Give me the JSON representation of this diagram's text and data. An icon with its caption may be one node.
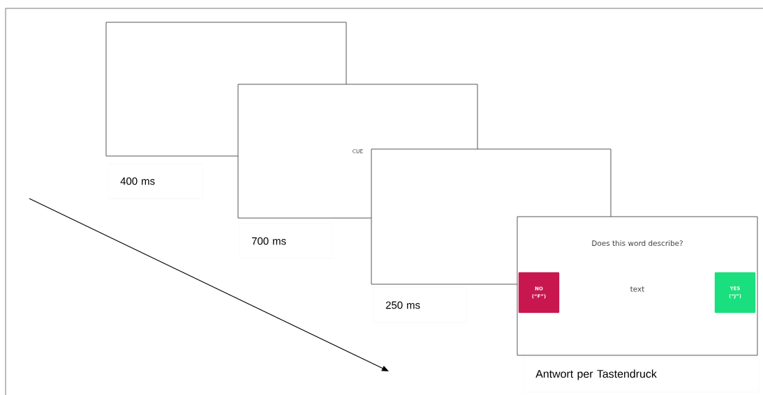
{
  "diagram": {
    "nodes": [
      {
        "text": [],
        "shape": "box",
        "beside": [
          "400 ms"
        ]
      },
      {
        "text": [
          "CUE"
        ],
        "beside": [
          "700 ms"
        ]
      },
      {
        "text": [],
        "shape": "box",
        "beside": [
          "250 ms"
        ]
      },
      {
        "text": [
          "Does this word describe?",
          "text"
        ],
        "beside": [
          "Antwort per Tastendruck"
        ]
      },
      {
        "text": [
          "NO (“F”)"
        ],
        "in": 3
      },
      {
        "text": [
          "YES (“J”)"
        ],
        "in": 3
      }
    ]
  }
}
